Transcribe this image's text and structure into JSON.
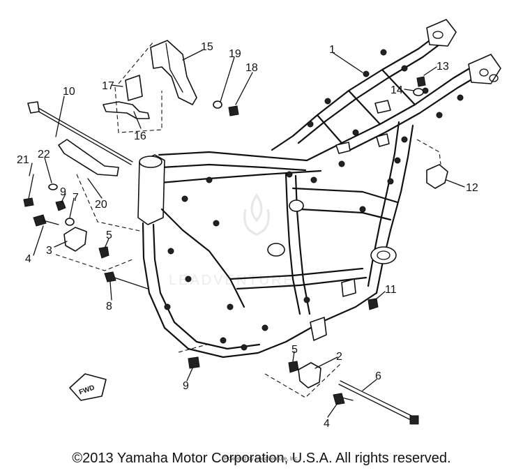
{
  "diagram": {
    "callouts": [
      "1",
      "2",
      "3",
      "4",
      "4",
      "5",
      "5",
      "6",
      "7",
      "8",
      "9",
      "9",
      "10",
      "11",
      "12",
      "13",
      "14",
      "15",
      "16",
      "17",
      "18",
      "19",
      "20",
      "21",
      "22"
    ],
    "fwd_label": "FWD",
    "watermark": "LEADVENTURE",
    "copyright": "©2013 Yamaha Motor Corporation, U.S.A. All rights reserved.",
    "fine_print": "Powered by LeadVenture, Inc."
  }
}
